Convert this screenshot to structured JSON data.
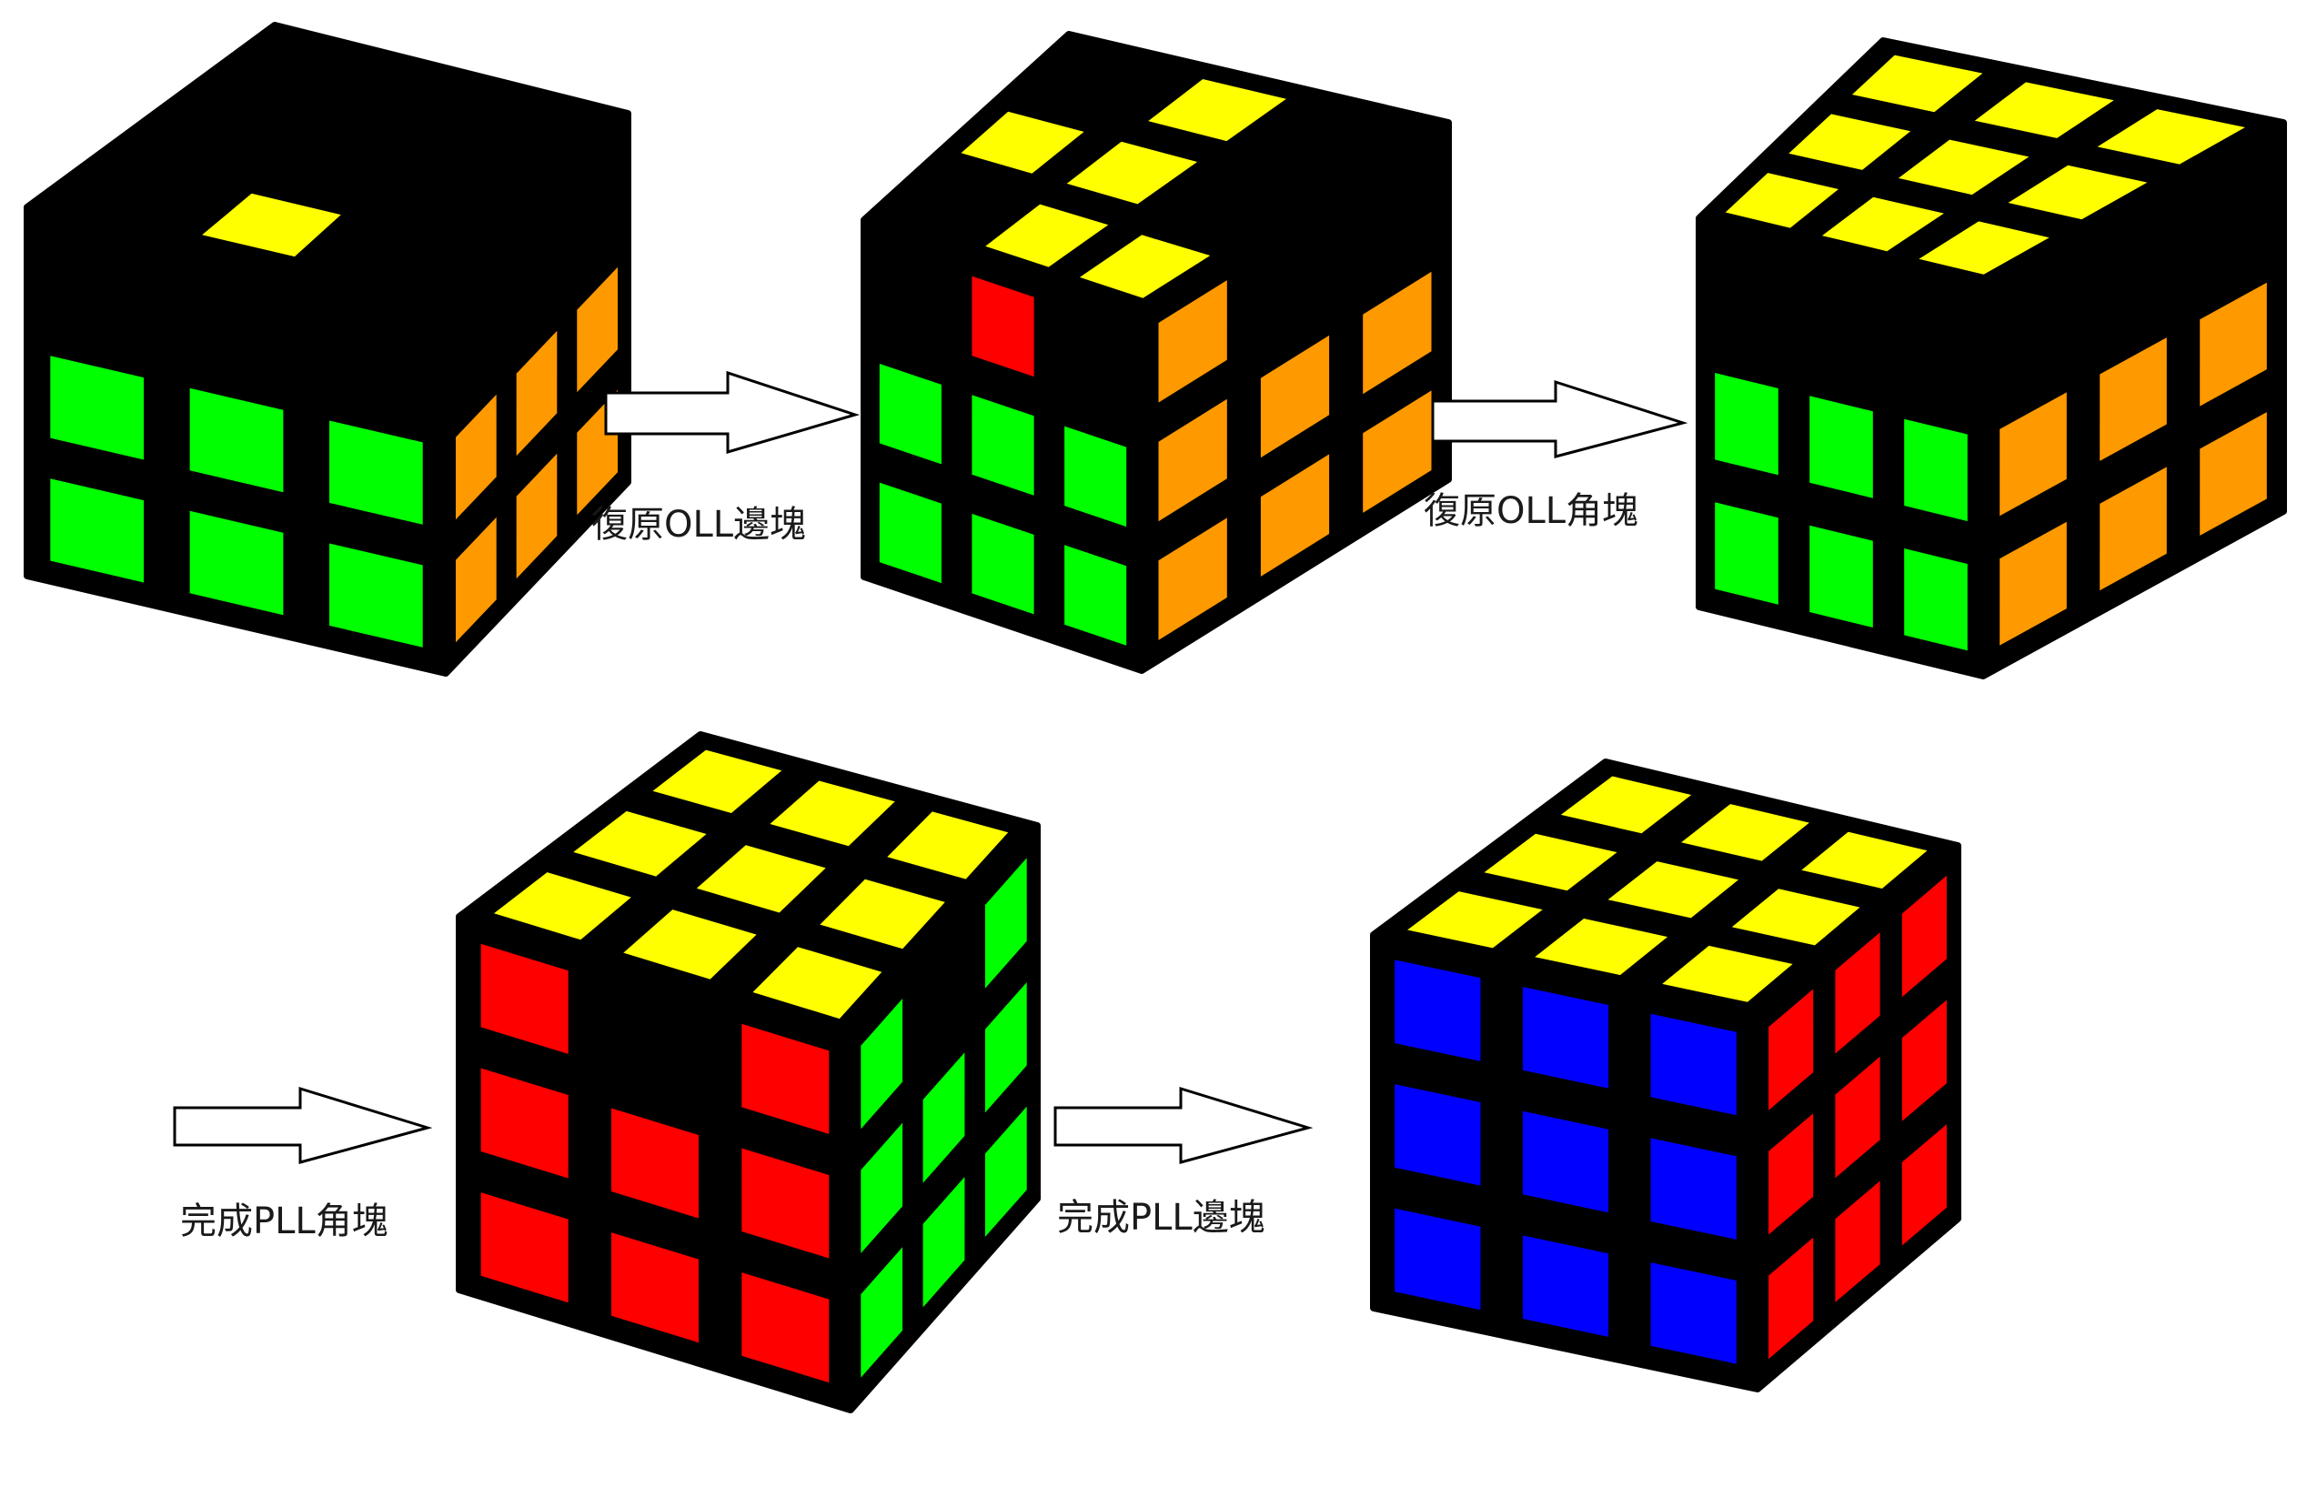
{
  "palette": {
    "yellow": "#ffff00",
    "green": "#00ff00",
    "orange": "#ff9900",
    "red": "#ff0000",
    "blue": "#0000ff",
    "black": "#000000",
    "white": "#ffffff"
  },
  "steps": [
    {
      "label": "復原OLL邊塊"
    },
    {
      "label": "復原OLL角塊"
    },
    {
      "label": "完成PLL角塊"
    },
    {
      "label": "完成PLL邊塊"
    }
  ],
  "cubes": [
    {
      "top": [
        [
          "black",
          "black",
          "black"
        ],
        [
          "black",
          "black",
          "black"
        ],
        [
          "black",
          "yellow",
          "black"
        ]
      ],
      "left": [
        [
          "black",
          "black",
          "black"
        ],
        [
          "green",
          "green",
          "green"
        ],
        [
          "green",
          "green",
          "green"
        ]
      ],
      "right": [
        [
          "black",
          "black",
          "black"
        ],
        [
          "orange",
          "orange",
          "orange"
        ],
        [
          "orange",
          "orange",
          "orange"
        ]
      ]
    },
    {
      "top": [
        [
          "black",
          "yellow",
          "black"
        ],
        [
          "yellow",
          "yellow",
          "black"
        ],
        [
          "black",
          "yellow",
          "yellow"
        ]
      ],
      "left": [
        [
          "black",
          "red",
          "black"
        ],
        [
          "green",
          "green",
          "green"
        ],
        [
          "green",
          "green",
          "green"
        ]
      ],
      "right": [
        [
          "orange",
          "black",
          "black"
        ],
        [
          "orange",
          "orange",
          "orange"
        ],
        [
          "orange",
          "orange",
          "orange"
        ]
      ]
    },
    {
      "top": [
        [
          "yellow",
          "yellow",
          "yellow"
        ],
        [
          "yellow",
          "yellow",
          "yellow"
        ],
        [
          "yellow",
          "yellow",
          "yellow"
        ]
      ],
      "left": [
        [
          "black",
          "black",
          "black"
        ],
        [
          "green",
          "green",
          "green"
        ],
        [
          "green",
          "green",
          "green"
        ]
      ],
      "right": [
        [
          "black",
          "black",
          "black"
        ],
        [
          "orange",
          "orange",
          "orange"
        ],
        [
          "orange",
          "orange",
          "orange"
        ]
      ]
    },
    {
      "top": [
        [
          "yellow",
          "yellow",
          "yellow"
        ],
        [
          "yellow",
          "yellow",
          "yellow"
        ],
        [
          "yellow",
          "yellow",
          "yellow"
        ]
      ],
      "left": [
        [
          "red",
          "black",
          "red"
        ],
        [
          "red",
          "red",
          "red"
        ],
        [
          "red",
          "red",
          "red"
        ]
      ],
      "right": [
        [
          "green",
          "black",
          "green"
        ],
        [
          "green",
          "green",
          "green"
        ],
        [
          "green",
          "green",
          "green"
        ]
      ]
    },
    {
      "top": [
        [
          "yellow",
          "yellow",
          "yellow"
        ],
        [
          "yellow",
          "yellow",
          "yellow"
        ],
        [
          "yellow",
          "yellow",
          "yellow"
        ]
      ],
      "left": [
        [
          "blue",
          "blue",
          "blue"
        ],
        [
          "blue",
          "blue",
          "blue"
        ],
        [
          "blue",
          "blue",
          "blue"
        ]
      ],
      "right": [
        [
          "red",
          "red",
          "red"
        ],
        [
          "red",
          "red",
          "red"
        ],
        [
          "red",
          "red",
          "red"
        ]
      ]
    }
  ]
}
